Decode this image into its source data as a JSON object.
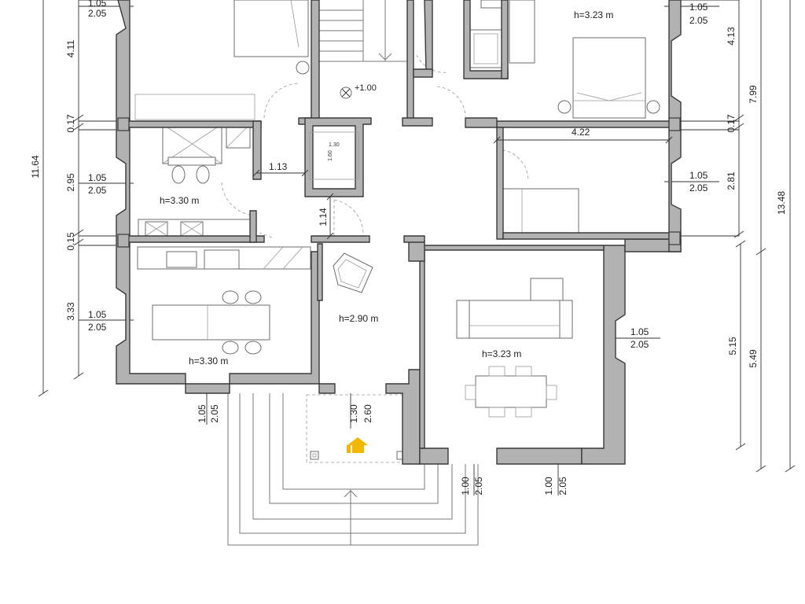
{
  "colors": {
    "wall_fill": "#b2b2b2",
    "wall_stroke": "#3a3a3a",
    "entry_arrow": "#f2b800"
  },
  "rooms": {
    "bedroom_top_right_height": "h=3.23 m",
    "bathroom_height": "h=3.30 m",
    "kitchen_height": "h=3.30 m",
    "hall_height": "h=2.90 m",
    "living_height": "h=3.23 m",
    "stair_level": "+1.00"
  },
  "dimensions": {
    "left_vertical": [
      "4.11",
      "0.17",
      "2.95",
      "0.15",
      "3.33"
    ],
    "left_total": "11.64",
    "right_vertical_a": [
      "4.13",
      "0.17",
      "2.81"
    ],
    "right_mid": "7.99",
    "right_total": "13.48",
    "right_lower": [
      "5.15",
      "5.49"
    ],
    "bedroom_width": "4.22",
    "corridor_width": "1.13",
    "corridor_depth": "1.14",
    "elevator_w": "1.30",
    "elevator_d": "1.60"
  },
  "windows": {
    "top_left": [
      "1.05",
      "2.05"
    ],
    "top_right": [
      "1.05",
      "2.05"
    ],
    "bath_left": [
      "1.05",
      "2.05"
    ],
    "room_right": [
      "1.05",
      "2.05"
    ],
    "kitchen_left": [
      "1.05",
      "2.05"
    ],
    "living_right": [
      "1.05",
      "2.05"
    ],
    "kitchen_bottom": [
      "1.05",
      "2.05"
    ],
    "entry": [
      "1.30",
      "2.60"
    ],
    "living_bottom_a": [
      "1.00",
      "2.05"
    ],
    "living_bottom_b": [
      "1.00",
      "2.05"
    ]
  },
  "icons": {
    "entry_arrow": "up-arrow-icon",
    "light_point": "light-fixture-icon"
  }
}
